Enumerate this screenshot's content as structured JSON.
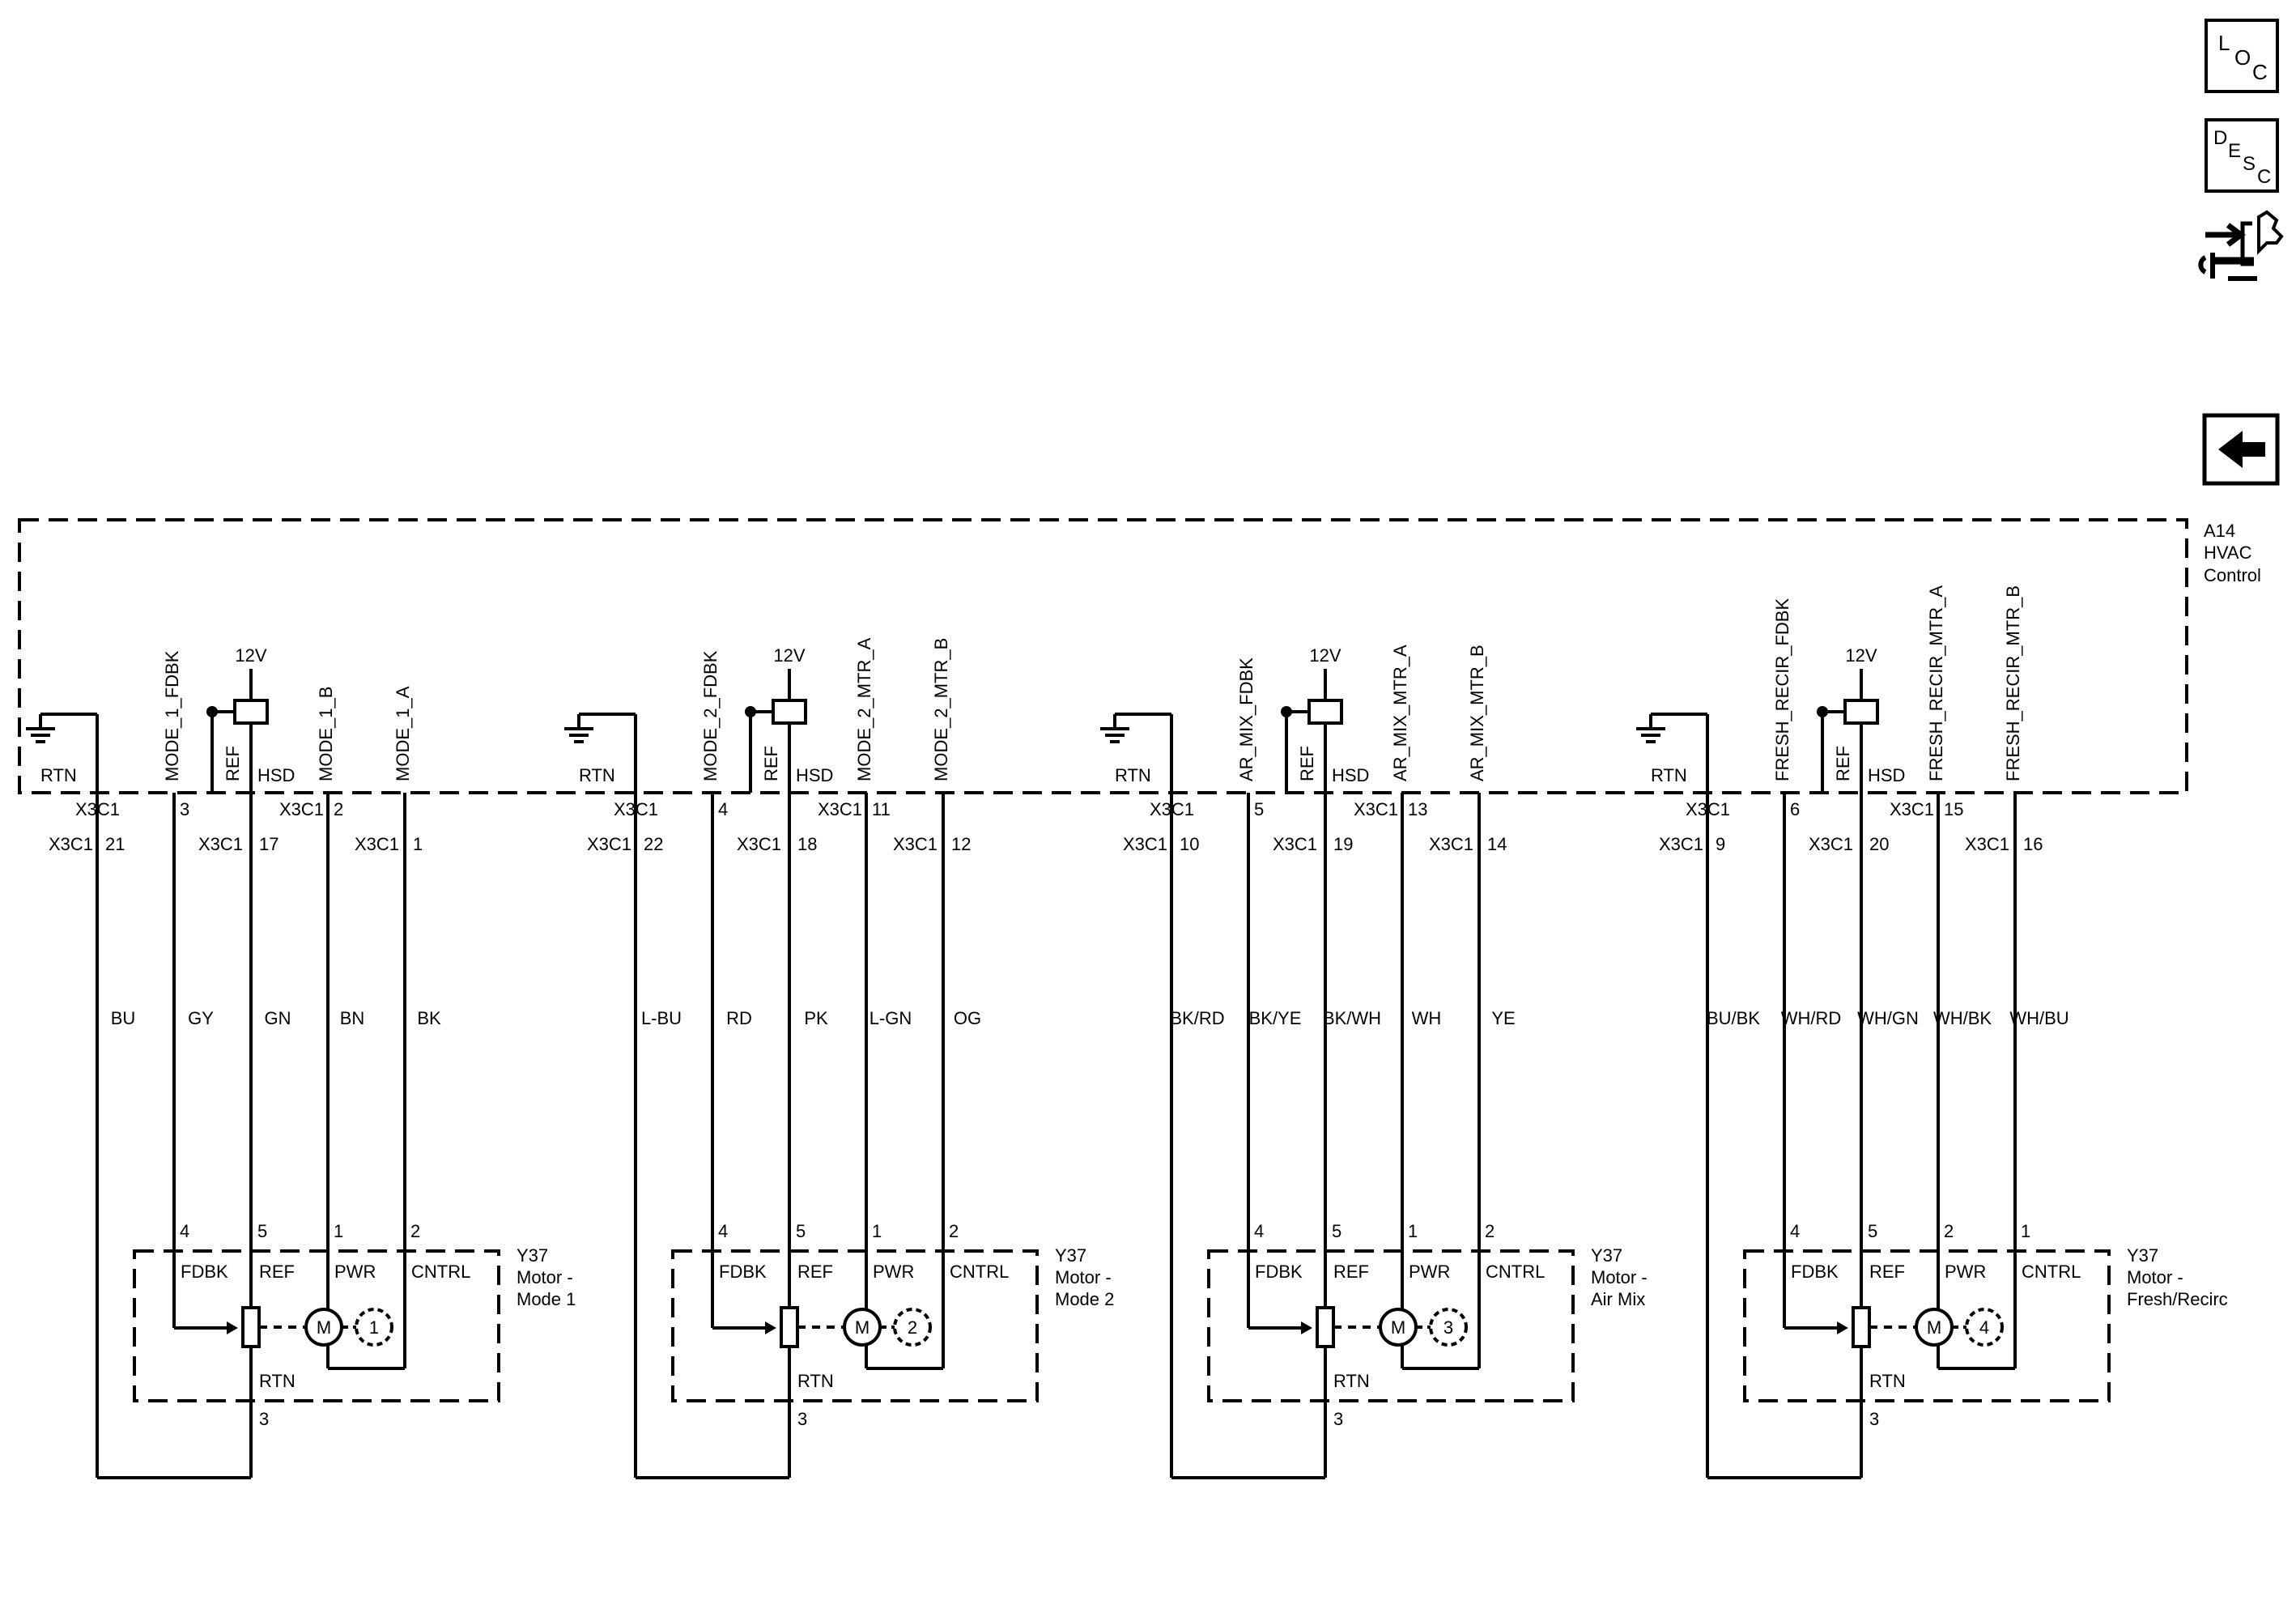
{
  "nav": {
    "loc": {
      "l1": "L",
      "l2": "O",
      "l3": "C"
    },
    "desc": {
      "l1": "D",
      "l2": "E",
      "l3": "S",
      "l4": "C"
    },
    "diagnostic_icon": "connector-wrench-icon",
    "back_icon": "back-arrow-icon"
  },
  "module": {
    "ref": "A14",
    "name_1": "HVAC",
    "name_2": "Control"
  },
  "common": {
    "supply": "12V",
    "connector": "X3C1",
    "rtn": "RTN",
    "ref": "REF",
    "hsd": "HSD",
    "fdbk": "FDBK",
    "pwr": "PWR",
    "cntrl": "CNTRL",
    "motor_symbol": "M",
    "motor_ref": "Y37",
    "motor_pin_ref": "5",
    "motor_pin_rtn": "3"
  },
  "groups": [
    {
      "fdbk_signal": "MODE_1_FDBK",
      "sig_a": "MODE_1_B",
      "sig_b": "MODE_1_A",
      "pins": {
        "rtn": "21",
        "fdbk": "3",
        "ref": "17",
        "hsd": "2",
        "b": "1"
      },
      "wires": {
        "rtn": "BU",
        "fdbk": "GY",
        "ref": "GN",
        "a": "BN",
        "b": "BK"
      },
      "motor_pins": {
        "fdbk": "4",
        "pwr": "1",
        "cntrl": "2"
      },
      "motor_label_1": "Motor -",
      "motor_label_2": "Mode 1",
      "motor_num": "1"
    },
    {
      "fdbk_signal": "MODE_2_FDBK",
      "sig_a": "MODE_2_MTR_A",
      "sig_b": "MODE_2_MTR_B",
      "pins": {
        "rtn": "22",
        "fdbk": "4",
        "ref": "18",
        "hsd": "11",
        "b": "12"
      },
      "wires": {
        "rtn": "L-BU",
        "fdbk": "RD",
        "ref": "PK",
        "a": "L-GN",
        "b": "OG"
      },
      "motor_pins": {
        "fdbk": "4",
        "pwr": "1",
        "cntrl": "2"
      },
      "motor_label_1": "Motor -",
      "motor_label_2": "Mode 2",
      "motor_num": "2"
    },
    {
      "fdbk_signal": "AR_MIX_FDBK",
      "sig_a": "AR_MIX_MTR_A",
      "sig_b": "AR_MIX_MTR_B",
      "pins": {
        "rtn": "10",
        "fdbk": "5",
        "ref": "19",
        "hsd": "13",
        "b": "14"
      },
      "wires": {
        "rtn": "BK/RD",
        "fdbk": "BK/YE",
        "ref": "BK/WH",
        "a": "WH",
        "b": "YE"
      },
      "motor_pins": {
        "fdbk": "4",
        "pwr": "1",
        "cntrl": "2"
      },
      "motor_label_1": "Motor -",
      "motor_label_2": "Air Mix",
      "motor_num": "3"
    },
    {
      "fdbk_signal": "FRESH_RECIR_FDBK",
      "sig_a": "FRESH_RECIR_MTR_A",
      "sig_b": "FRESH_RECIR_MTR_B",
      "pins": {
        "rtn": "9",
        "fdbk": "6",
        "ref": "20",
        "hsd": "15",
        "b": "16"
      },
      "wires": {
        "rtn": "BU/BK",
        "fdbk": "WH/RD",
        "ref": "WH/GN",
        "a": "WH/BK",
        "b": "WH/BU"
      },
      "motor_pins": {
        "fdbk": "4",
        "pwr": "2",
        "cntrl": "1"
      },
      "motor_label_1": "Motor -",
      "motor_label_2": "Fresh/Recirc",
      "motor_num": "4"
    }
  ]
}
